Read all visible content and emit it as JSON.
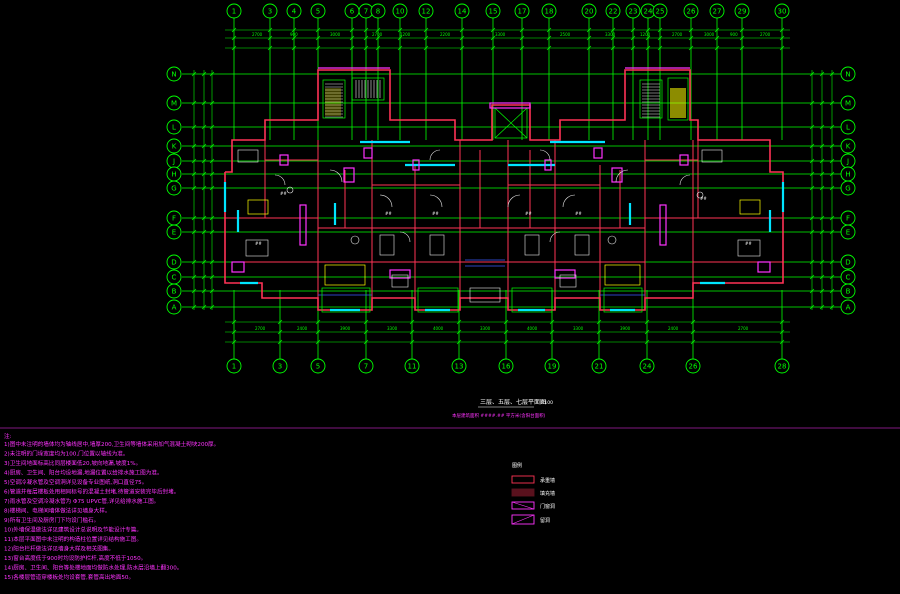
{
  "axes": {
    "top": [
      "1",
      "3",
      "4",
      "5",
      "6",
      "7",
      "8",
      "10",
      "12",
      "14",
      "15",
      "17",
      "18",
      "20",
      "22",
      "23",
      "24",
      "25",
      "26",
      "27",
      "29",
      "30"
    ],
    "bottom": [
      "1",
      "3",
      "5",
      "7",
      "11",
      "13",
      "16",
      "19",
      "21",
      "24",
      "26",
      "28"
    ],
    "left": [
      "N",
      "M",
      "L",
      "K",
      "J",
      "H",
      "G",
      "F",
      "E",
      "D",
      "C",
      "B",
      "A"
    ],
    "right": [
      "N",
      "M",
      "L",
      "K",
      "J",
      "H",
      "G",
      "F",
      "E",
      "D",
      "C",
      "B",
      "A"
    ]
  },
  "dims_top_row": [
    "2700",
    "900",
    "3000",
    "2700",
    "1200",
    "2200",
    "3300",
    "2500",
    "3300",
    "1200",
    "2700",
    "3000",
    "900",
    "2700"
  ],
  "dims_bottom_row": [
    "2700",
    "2400",
    "3900",
    "3300",
    "4000",
    "3300",
    "4000",
    "3300",
    "3900",
    "2400",
    "2700"
  ],
  "drawing_title": "三层、五层、七层平面图",
  "scale": "1:100",
  "drawing_subtitle": "本层建筑面积 ####.## 平方米(含阳台面积)",
  "notes_label": "注:",
  "notes": [
    "1)图中未注明的墙体均为轴线居中,墙厚200,卫生间等墙体采用加气混凝土砌块200厚。",
    "2)未注明的门垛宽度均为100,门位置以轴线为准。",
    "3)卫生间地面标高比同层楼面低20,坡向地漏,坡度1%。",
    "4)厨房、卫生间、阳台均设地漏,地漏位置以给排水施工图为准。",
    "5)空调冷凝水管及空调洞详见设备专业图纸,洞口直径75。",
    "6)管道井每层楼板处用相同标号的混凝土封堵,待管道安装完毕后封堵。",
    "7)雨水管及空调冷凝水管为 Φ75 UPVC管,详见给排水施工图。",
    "8)楼梯间、电梯间墙体做法详见墙身大样。",
    "9)所有卫生间及厨房门下均设门槛石。",
    "10)外墙保温做法详见建筑设计总说明及节能设计专篇。",
    "11)本层平面图中未注明的构造柱位置详见结构施工图。",
    "12)阳台栏杆做法详见墙身大样及相关图集。",
    "13)窗台高度低于900时均设防护栏杆,高度不低于1050。",
    "14)厨房、卫生间、阳台等处楼地面均做防水处理,防水层沿墙上翻300。",
    "15)各楼层管道穿楼板处均设套管,套管高出地面50。"
  ],
  "legend": {
    "title": "图例",
    "items": [
      {
        "label": "承重墙",
        "color": "#ff3355"
      },
      {
        "label": "填充墙",
        "color": "#ff3355"
      },
      {
        "label": "门窗洞",
        "color": "#ff33ff"
      },
      {
        "label": "留洞",
        "color": "#ff33ff"
      }
    ]
  },
  "colors": {
    "axis": "#00ff00",
    "wall": "#ff3355",
    "door_window": "#ff33ff",
    "glazing": "#00e5ff",
    "background": "#000000"
  }
}
